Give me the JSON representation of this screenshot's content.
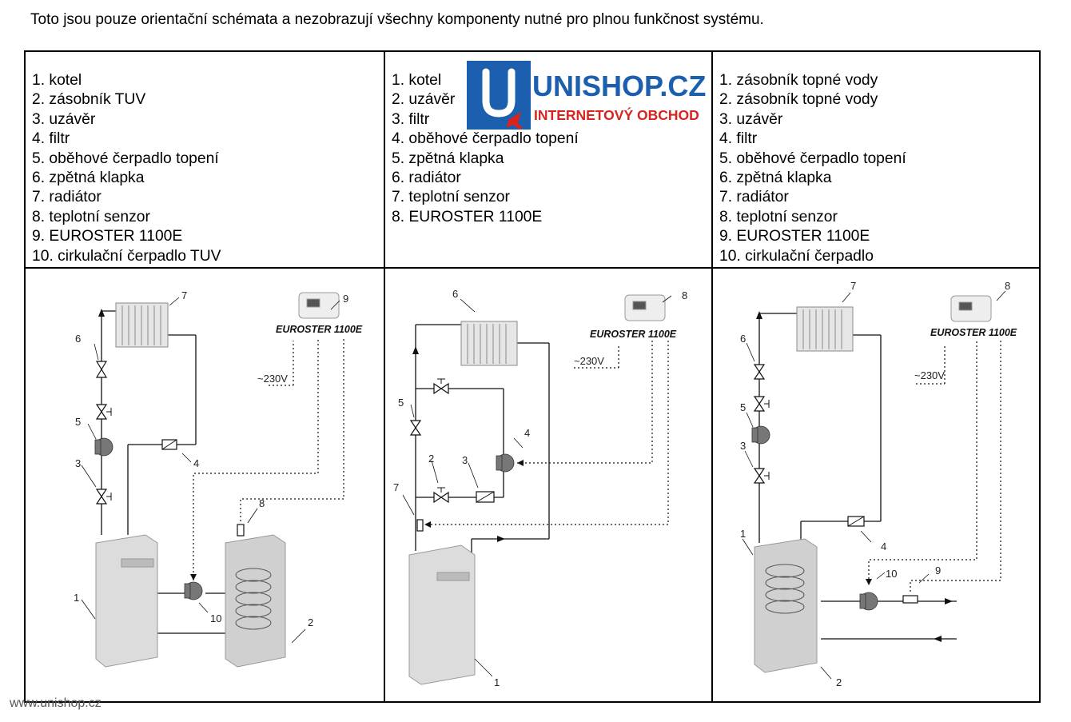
{
  "intro": "Toto jsou pouze orientační schémata a nezobrazují všechny komponenty nutné pro plnou funkčnost systému.",
  "columns": [
    {
      "items": [
        "1. kotel",
        "2. zásobník TUV",
        "3. uzávěr",
        "4. filtr",
        "5. oběhové čerpadlo topení",
        "6. zpětná klapka",
        "7. radiátor",
        "8. teplotní senzor",
        "9. EUROSTER 1100E",
        "10. cirkulační čerpadlo TUV"
      ]
    },
    {
      "items": [
        "1. kotel",
        "2. uzávěr",
        "3. filtr",
        "4. oběhové čerpadlo topení",
        "5. zpětná klapka",
        "6. radiátor",
        "7. teplotní senzor",
        "8. EUROSTER 1100E"
      ]
    },
    {
      "items": [
        "1. zásobník topné vody",
        "2. zásobník topné vody",
        "3. uzávěr",
        "4. filtr",
        "5. oběhové čerpadlo topení",
        "6. zpětná klapka",
        "7. radiátor",
        "8. teplotní senzor",
        "9. EUROSTER 1100E",
        "10. cirkulační čerpadlo"
      ]
    }
  ],
  "diagrams": {
    "d1": {
      "controller": "EUROSTER 1100E",
      "power": "~230V",
      "n1": "1",
      "n2": "2",
      "n3": "3",
      "n4": "4",
      "n5": "5",
      "n6": "6",
      "n7": "7",
      "n8": "8",
      "n9": "9",
      "n10": "10"
    },
    "d2": {
      "controller": "EUROSTER 1100E",
      "power": "~230V",
      "n1": "1",
      "n2": "2",
      "n3": "3",
      "n4": "4",
      "n5": "5",
      "n6": "6",
      "n7": "7",
      "n8": "8"
    },
    "d3": {
      "controller": "EUROSTER 1100E",
      "power": "~230V",
      "n1": "1",
      "n2": "2",
      "n3": "3",
      "n4": "4",
      "n5": "5",
      "n6": "6",
      "n7": "7",
      "n8": "8",
      "n9": "9",
      "n10": "10"
    }
  },
  "logo": {
    "name": "UNISHOP.CZ",
    "tagline": "INTERNETOVÝ OBCHOD"
  },
  "footer": "www.unishop.cz",
  "colors": {
    "logo_blue": "#1b5fae",
    "logo_red": "#d8231e"
  }
}
